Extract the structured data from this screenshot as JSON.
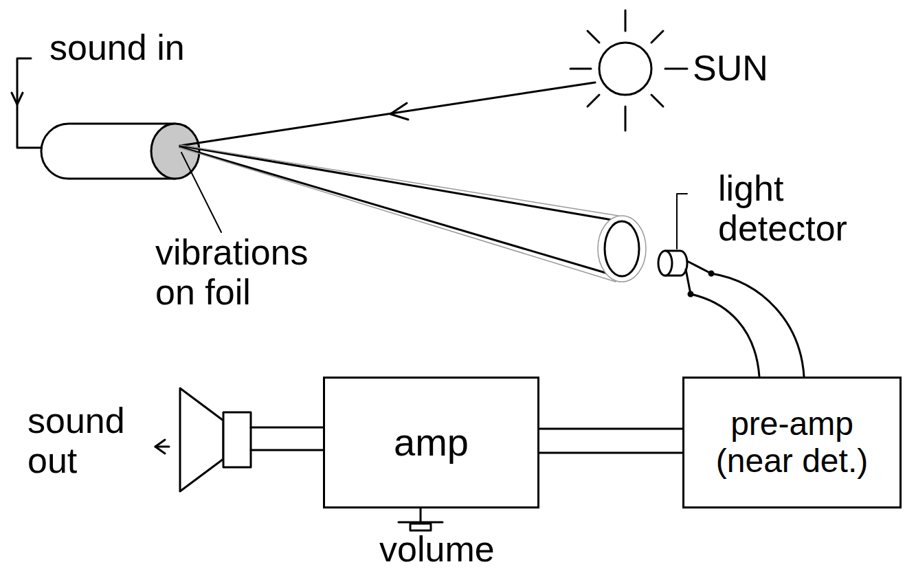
{
  "diagram": {
    "nodes": [
      {
        "text": [
          "amp"
        ]
      },
      {
        "text": [
          "pre-amp (near det.)"
        ]
      }
    ],
    "edges": [
      {
        "from": 0,
        "to": 1,
        "arrow": "none"
      }
    ],
    "labels": [
      "sound in",
      "vibrations on foil",
      "SUN",
      "light detector",
      "sound out",
      "volume"
    ]
  }
}
